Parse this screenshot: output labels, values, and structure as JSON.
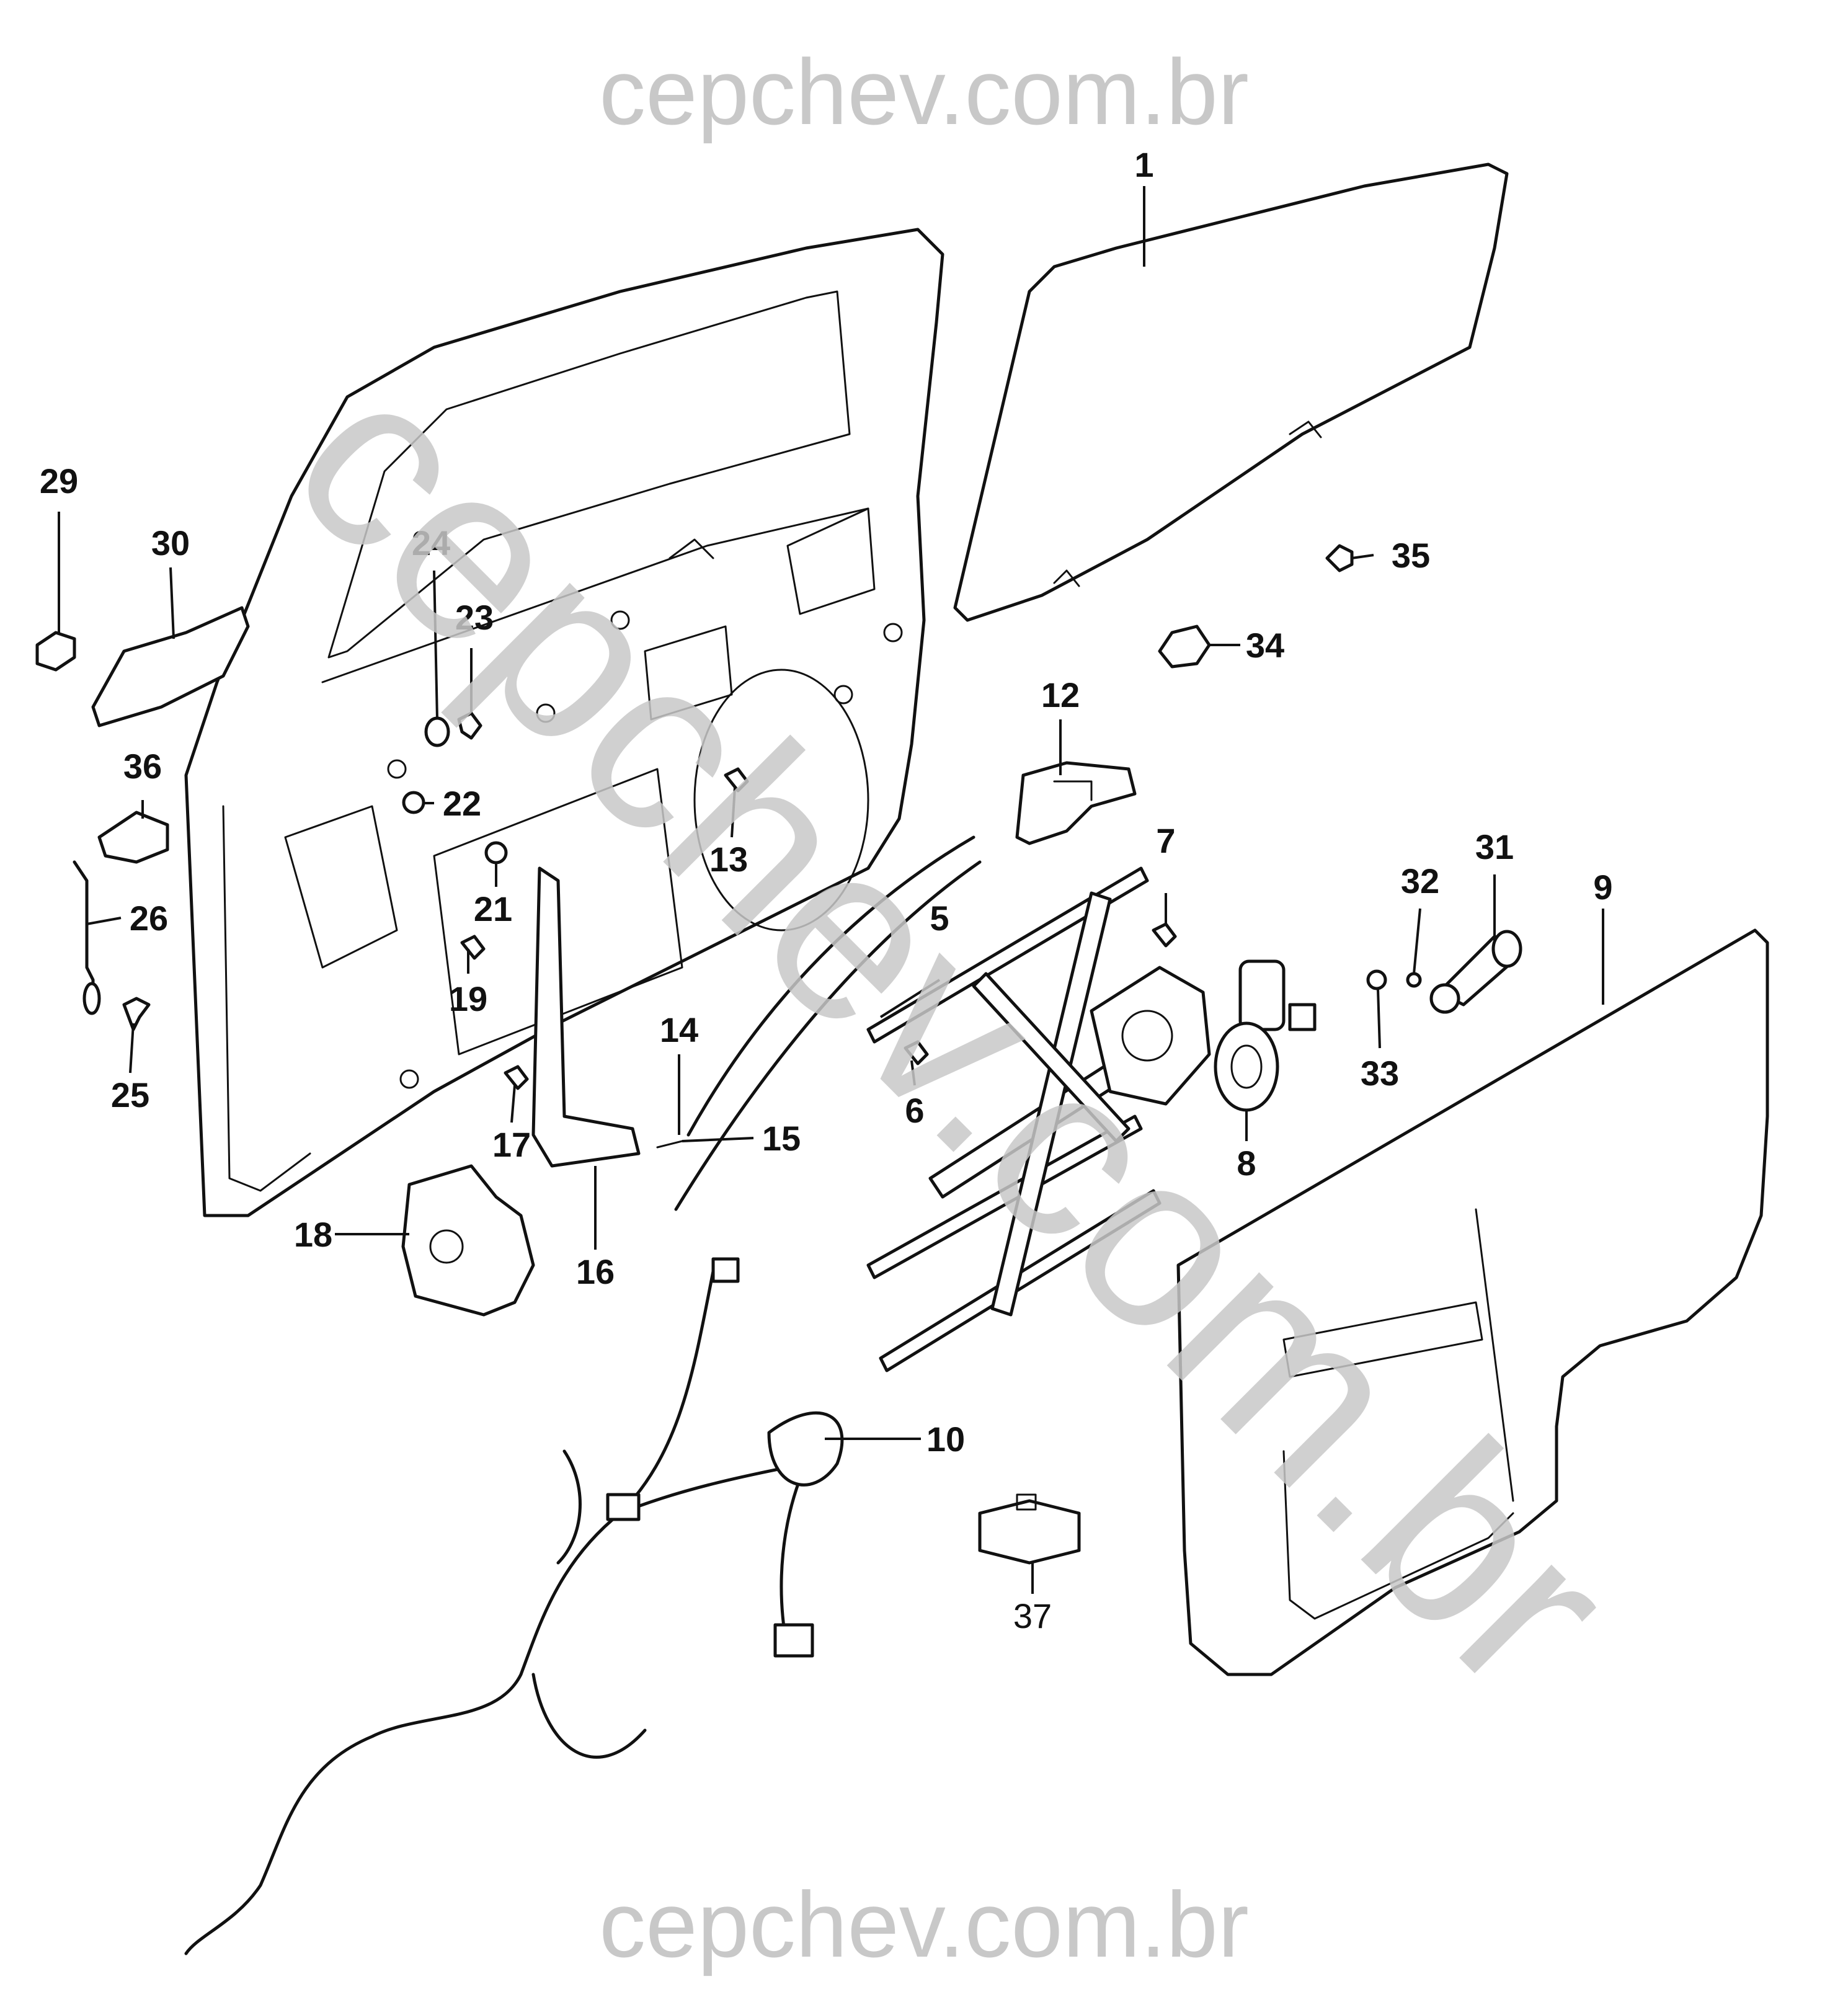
{
  "watermarks": {
    "top": "cepchev.com.br",
    "bottom": "cepchev.com.br",
    "diagonal": "cepchev.com.br"
  },
  "callouts": {
    "p1": "1",
    "p5": "5",
    "p6": "6",
    "p7": "7",
    "p8": "8",
    "p9": "9",
    "p10": "10",
    "p12": "12",
    "p13": "13",
    "p14": "14",
    "p15": "15",
    "p16": "16",
    "p17": "17",
    "p18": "18",
    "p19": "19",
    "p21": "21",
    "p22": "22",
    "p23": "23",
    "p24": "24",
    "p25": "25",
    "p26": "26",
    "p29": "29",
    "p30": "30",
    "p31": "31",
    "p32": "32",
    "p33": "33",
    "p34": "34",
    "p35": "35",
    "p36": "36",
    "p37": "37"
  },
  "colors": {
    "line": "#111111",
    "watermark": "#c8c8c8",
    "background": "#ffffff"
  }
}
